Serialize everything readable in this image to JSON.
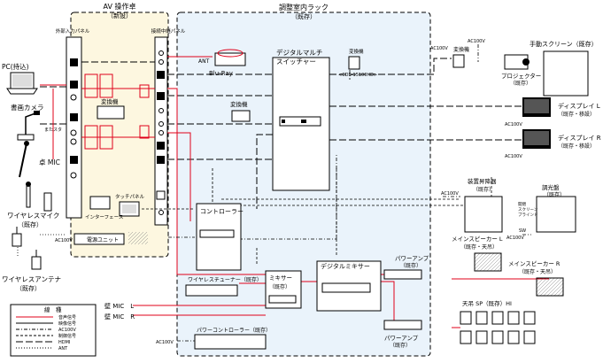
{
  "zones": {
    "av_desk": "AV 操作卓",
    "av_desk_sub": "（新設）",
    "rack": "調整室内ラック",
    "rack_sub": "（既存）"
  },
  "panels": {
    "input_panel": "外部入力パネル",
    "connector_panel": "接続中継パネル"
  },
  "devices": {
    "pc": "PC(持込)",
    "doc_camera": "書画カメラ",
    "mic_stand": "またスタ",
    "mic_desk": "卓 MIC",
    "wireless_mic": "ワイヤレスマイク",
    "wireless_mic_sub": "（既存）",
    "wireless_antenna": "ワイヤレスアンテナ",
    "wireless_antenna_sub": "（既存）",
    "converter_left": "変換機",
    "converter_mid": "変換機",
    "converter_small": "変換機",
    "converter_proj": "変換機",
    "ant": "ANT",
    "bluray": "Blu-Ray",
    "switcher_line1": "デジタルマルチ",
    "switcher_line2": "スイッチャー",
    "touch_panel": "タッチパネル",
    "interface": "インターフェース",
    "power_unit": "電源ユニット",
    "controller": "コントローラー",
    "wireless_tuner": "ワイヤレスチューナー（既存）",
    "mixer": "ミキサー",
    "mixer_sub": "（既存）",
    "digital_mixer": "デジタルミキサー",
    "power_amp": "パワーアンプ",
    "power_amp_sub": "（既存）",
    "power_amp2": "パワーアンプ",
    "power_amp2_sub": "（既存）",
    "power_controller": "パワーコントローラー（既存）",
    "projector": "プロジェクター",
    "projector_sub": "（既存）",
    "screen": "手動スクリーン（既存）",
    "display_l": "ディスプレイ L",
    "display_l_sub": "（既存・移設）",
    "display_r": "ディスプレイ R",
    "display_r_sub": "（既存・移設）",
    "lift": "装置昇降器",
    "lift_sub": "（既存）",
    "dimmer": "調光盤",
    "dimmer_sub": "（既存）",
    "main_sp_l": "メインスピーカー L",
    "main_sp_l_sub": "（既存・天吊）",
    "main_sp_r": "メインスピーカー R",
    "main_sp_r_sub": "（既存・天吊）",
    "ceiling_sp": "天吊 SP（既存）HI",
    "ctrl_labels": [
      "開閉",
      "スクリーン",
      "ブラインド"
    ],
    "mic_l": "壁 MIC　L",
    "mic_r": "壁 MIC　R",
    "cd_label": "<CDS-15100HD>"
  },
  "ac_labels": {
    "ac1": "AC100V",
    "ac2": "AC100V",
    "ac3": "AC100V",
    "ac4": "AC100V",
    "ac5": "AC100V",
    "ac6": "AC100V",
    "ac7": "AC100V",
    "ac8": "AC100V",
    "sw": "SW"
  },
  "legend": {
    "title": "線　種",
    "items": [
      {
        "label": "音声信号",
        "color": "#e0001a",
        "style": "solid"
      },
      {
        "label": "映像信号",
        "color": "#000000",
        "style": "solid"
      },
      {
        "label": "AC100V",
        "color": "#000000",
        "style": "dashdot"
      },
      {
        "label": "制御信号",
        "color": "#000000",
        "style": "dash"
      },
      {
        "label": "HDMI",
        "color": "#000000",
        "style": "long"
      },
      {
        "label": "ANT",
        "color": "#000000",
        "style": "dot"
      }
    ]
  },
  "colors": {
    "audio": "#e0001a",
    "video": "#000000",
    "rack_fill": "#eaf3fb",
    "desk_fill": "#fdf7e0"
  }
}
